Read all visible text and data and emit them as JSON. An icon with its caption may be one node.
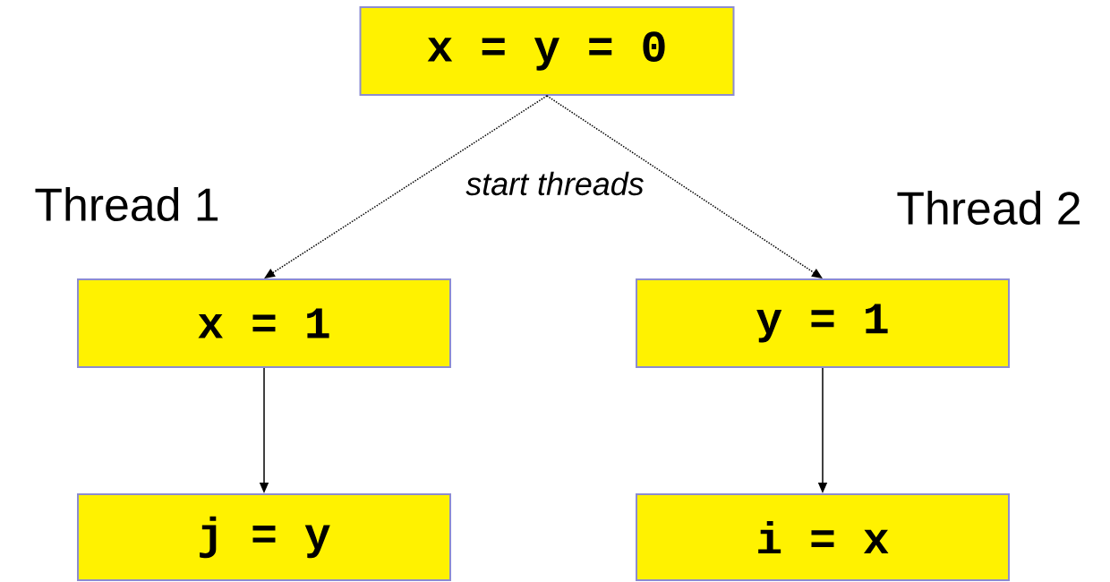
{
  "diagram": {
    "nodes": [
      {
        "text": [
          "x = y = 0"
        ]
      },
      {
        "text": [
          "x = 1"
        ]
      },
      {
        "text": [
          "y = 1"
        ]
      },
      {
        "text": [
          "j = y"
        ]
      },
      {
        "text": [
          "i = x"
        ]
      }
    ],
    "edges": [
      {
        "from": 0,
        "to": 1,
        "arrow": "to",
        "style": "dashed"
      },
      {
        "from": 0,
        "to": 2,
        "arrow": "to",
        "style": "dashed"
      },
      {
        "from": 1,
        "to": 3,
        "arrow": "to"
      },
      {
        "from": 2,
        "to": 4,
        "arrow": "to"
      }
    ],
    "labels": [
      "start threads",
      "Thread 1",
      "Thread 2"
    ]
  }
}
